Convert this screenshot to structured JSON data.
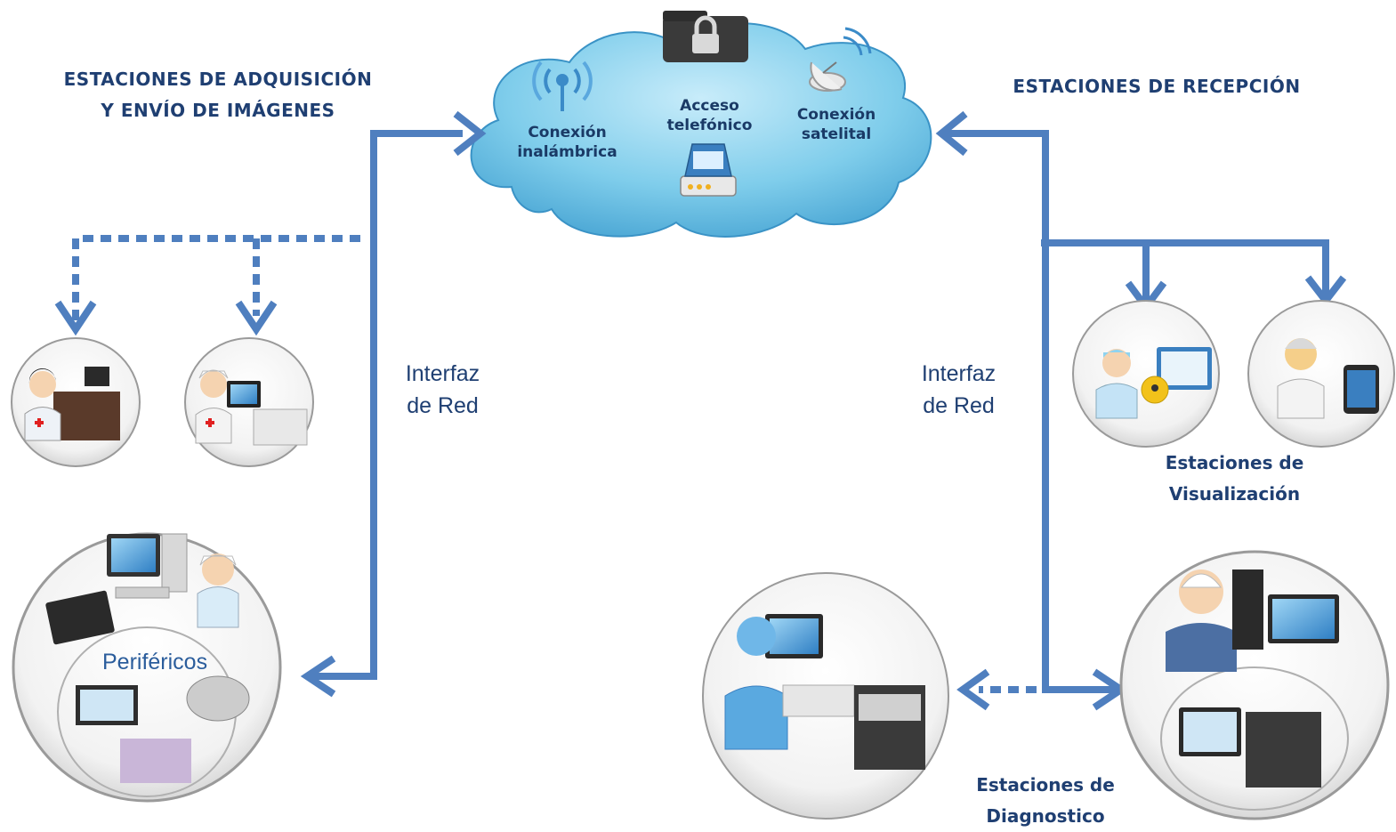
{
  "headings": {
    "acquisition": [
      "ESTACIONES DE ADQUISICIÓN",
      "Y ENVÍO DE IMÁGENES"
    ],
    "reception": "ESTACIONES DE RECEPCIÓN"
  },
  "cloud": {
    "wireless": [
      "Conexión",
      "inalámbrica"
    ],
    "phone": [
      "Acceso",
      "telefónico"
    ],
    "satellite": [
      "Conexión",
      "satelital"
    ]
  },
  "interfaces": {
    "left": [
      "Interfaz",
      "de Red"
    ],
    "right": [
      "Interfaz",
      "de Red"
    ]
  },
  "labels": {
    "peripherals": "Periféricos",
    "visualization": [
      "Estaciones de",
      "Visualización"
    ],
    "diagnostic": [
      "Estaciones de",
      "Diagnostico"
    ]
  },
  "colors": {
    "arrow": "#4f7fbf",
    "heading": "#1f3f72",
    "cloud": "#5fb8e0"
  }
}
